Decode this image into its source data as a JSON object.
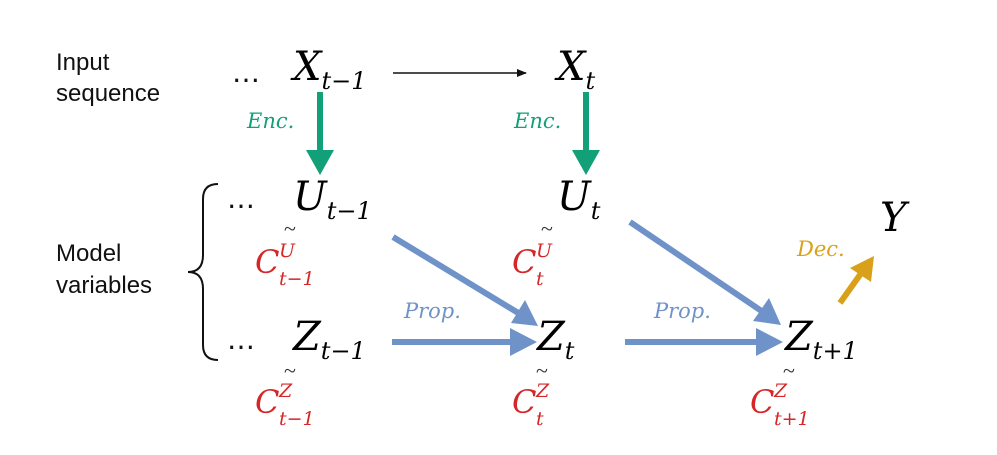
{
  "labels": {
    "input_line1": "Input",
    "input_line2": "sequence",
    "model_line1": "Model",
    "model_line2": "variables",
    "ellipsis": "…"
  },
  "variables": {
    "x_prev": {
      "base": "X",
      "sub": "t−1"
    },
    "x_t": {
      "base": "X",
      "sub": "t"
    },
    "u_prev": {
      "base": "U",
      "sub": "t−1"
    },
    "u_t": {
      "base": "U",
      "sub": "t"
    },
    "z_prev": {
      "base": "Z",
      "sub": "t−1"
    },
    "z_t": {
      "base": "Z",
      "sub": "t"
    },
    "z_next": {
      "base": "Z",
      "sub": "t+1"
    },
    "y": {
      "base": "Y"
    }
  },
  "contexts": {
    "cu_prev": {
      "base": "C",
      "sup": "U",
      "sub": "t−1"
    },
    "cu_t": {
      "base": "C",
      "sup": "U",
      "sub": "t"
    },
    "cz_prev": {
      "base": "C",
      "sup": "Z",
      "sub": "t−1"
    },
    "cz_t": {
      "base": "C",
      "sup": "Z",
      "sub": "t"
    },
    "cz_next": {
      "base": "C",
      "sup": "Z",
      "sub": "t+1"
    },
    "tilde": "~"
  },
  "arrow_labels": {
    "enc": "Enc.",
    "prop": "Prop.",
    "dec": "Dec."
  },
  "colors": {
    "enc": "#12a079",
    "prop": "#6f93c8",
    "dec": "#d9a11a",
    "context": "#d62728",
    "text": "#111111"
  }
}
